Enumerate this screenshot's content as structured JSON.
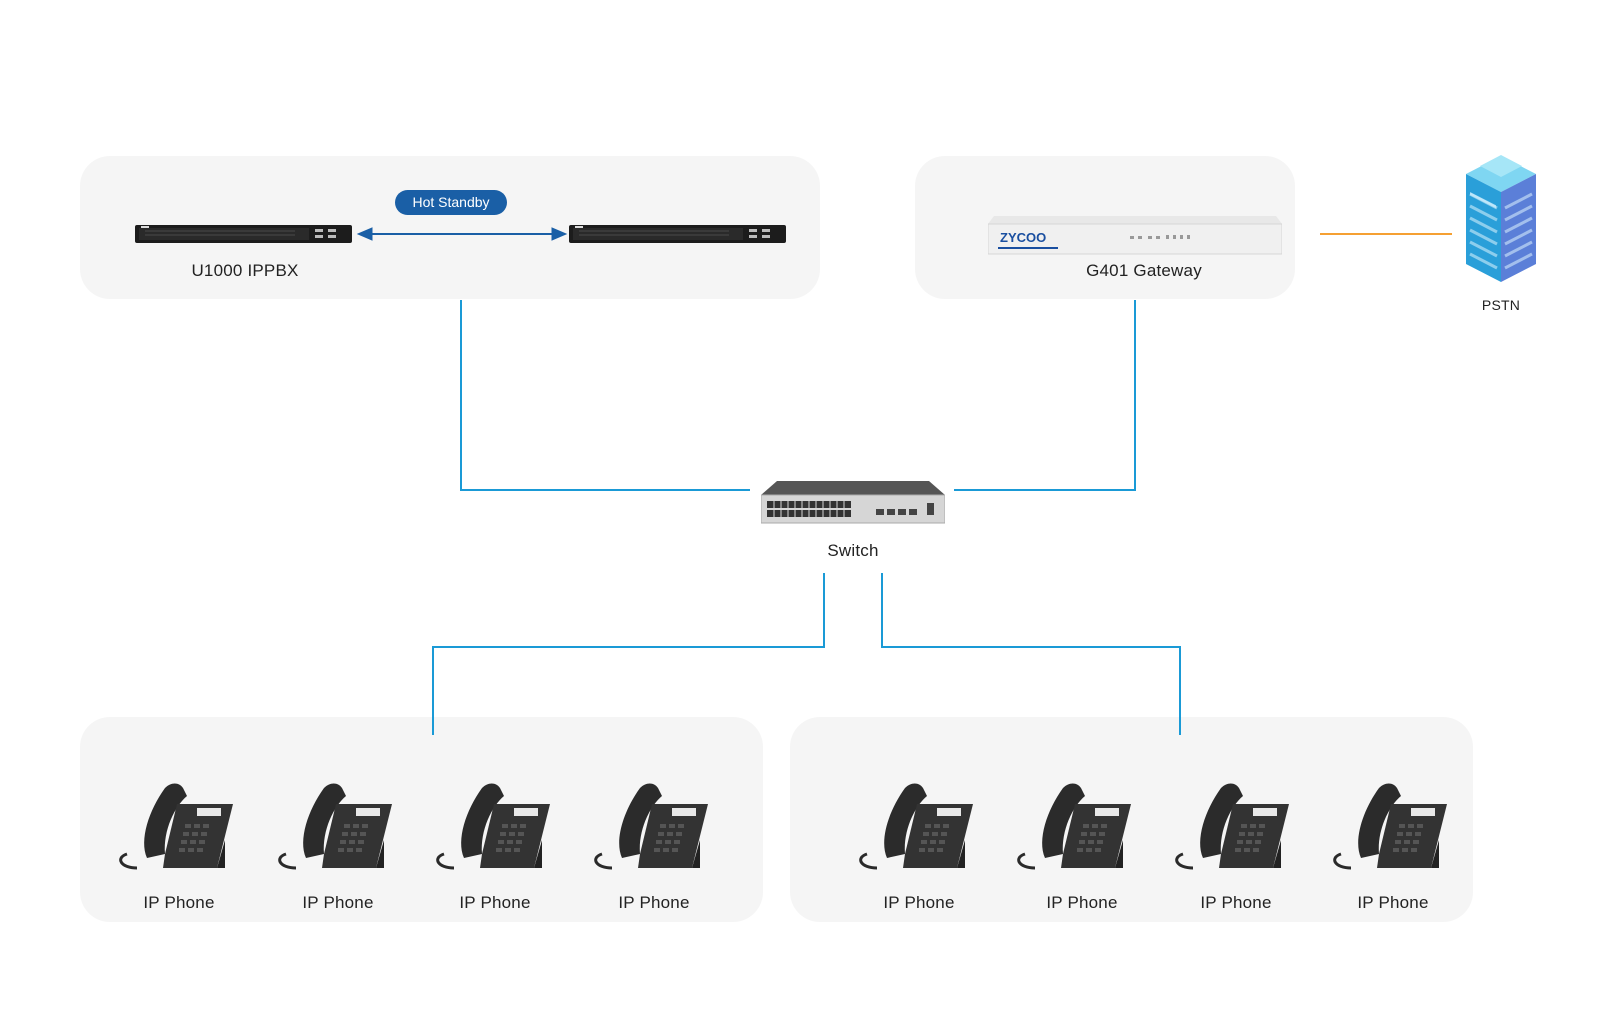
{
  "nodes": {
    "ippbx": {
      "label": "U1000 IPPBX",
      "standby": "Hot Standby"
    },
    "gateway": {
      "label": "G401 Gateway",
      "brand": "ZYCOO"
    },
    "pstn": {
      "label": "PSTN"
    },
    "switch": {
      "label": "Switch"
    },
    "phones_left": [
      "IP Phone",
      "IP Phone",
      "IP Phone",
      "IP Phone"
    ],
    "phones_right": [
      "IP Phone",
      "IP Phone",
      "IP Phone",
      "IP Phone"
    ]
  },
  "colors": {
    "lan_link": "#1a9ad6",
    "pstn_link": "#f5a032",
    "standby": "#1a5fa6",
    "panel": "#f5f5f5"
  },
  "icons": [
    "server-icon",
    "gateway-icon",
    "building-icon",
    "switch-icon",
    "ip-phone-icon"
  ]
}
